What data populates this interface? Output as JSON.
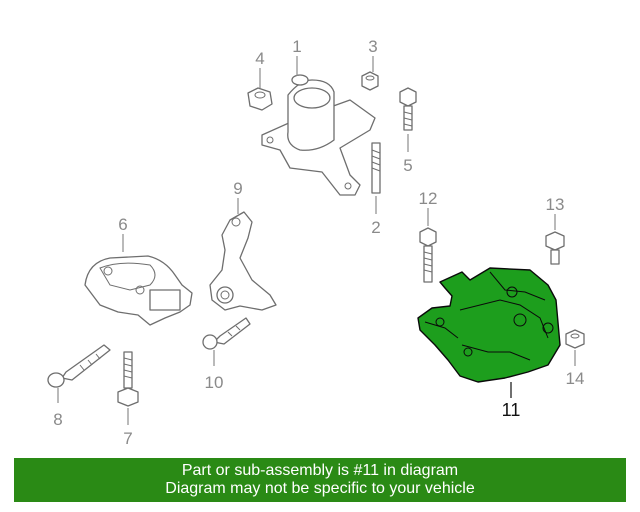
{
  "diagram": {
    "callouts": [
      {
        "id": "1",
        "label": "1"
      },
      {
        "id": "2",
        "label": "2"
      },
      {
        "id": "3",
        "label": "3"
      },
      {
        "id": "4",
        "label": "4"
      },
      {
        "id": "5",
        "label": "5"
      },
      {
        "id": "6",
        "label": "6"
      },
      {
        "id": "7",
        "label": "7"
      },
      {
        "id": "8",
        "label": "8"
      },
      {
        "id": "9",
        "label": "9"
      },
      {
        "id": "10",
        "label": "10"
      },
      {
        "id": "11",
        "label": "11"
      },
      {
        "id": "12",
        "label": "12"
      },
      {
        "id": "13",
        "label": "13"
      },
      {
        "id": "14",
        "label": "14"
      }
    ],
    "highlighted_part": "11",
    "highlight_color": "#1d9e1d"
  },
  "banner": {
    "line1": "Part or sub-assembly is #11 in diagram",
    "line2": "Diagram may not be specific to your vehicle",
    "background_color": "#2a8a15"
  }
}
